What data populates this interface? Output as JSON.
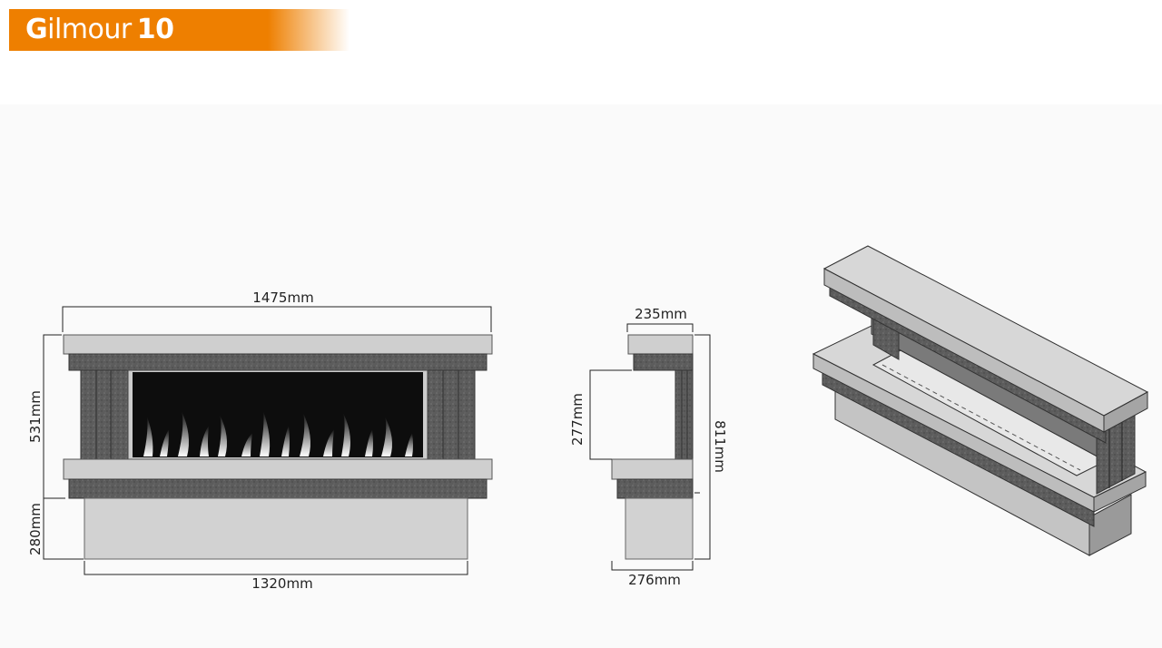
{
  "header": {
    "title_first": "Gilmour",
    "title_number": "10",
    "accent_color": "#ee7f00"
  },
  "front_view": {
    "width_top": "1475mm",
    "height_upper": "531mm",
    "height_base": "280mm",
    "width_base": "1320mm"
  },
  "side_view": {
    "depth_top": "235mm",
    "opening_height": "277mm",
    "total_height": "811mm",
    "depth_base": "276mm"
  }
}
